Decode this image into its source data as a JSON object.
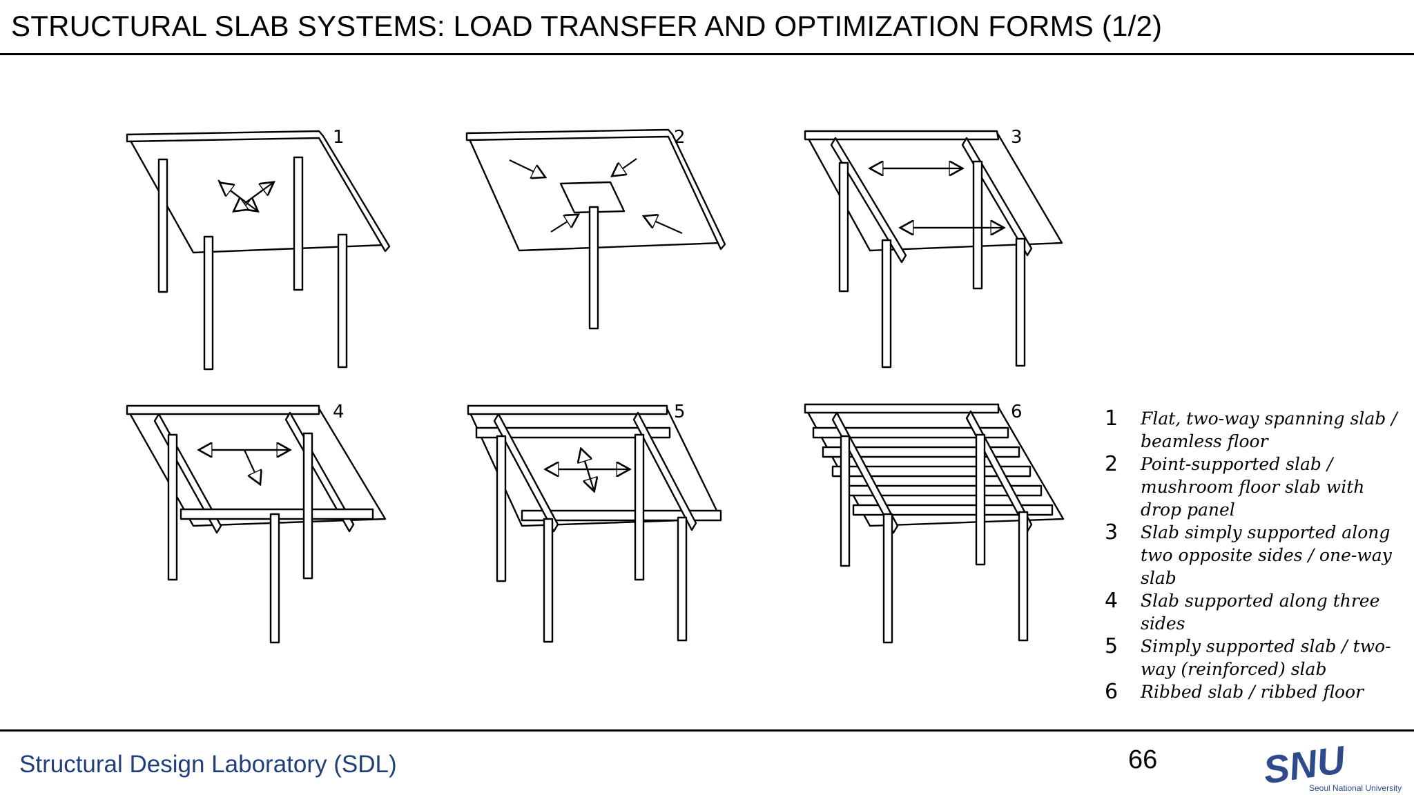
{
  "title": "STRUCTURAL SLAB SYSTEMS: LOAD TRANSFER AND OPTIMIZATION FORMS (1/2)",
  "diagram_numbers": [
    "1",
    "2",
    "3",
    "4",
    "5",
    "6"
  ],
  "legend": [
    {
      "num": "1",
      "text": "Flat, two-way spanning slab / beamless floor"
    },
    {
      "num": "2",
      "text": "Point-supported slab / mushroom floor slab with drop panel"
    },
    {
      "num": "3",
      "text": "Slab simply supported along two opposite sides / one-way slab"
    },
    {
      "num": "4",
      "text": "Slab supported along three sides"
    },
    {
      "num": "5",
      "text": "Simply supported slab / two-way (reinforced) slab"
    },
    {
      "num": "6",
      "text": "Ribbed slab / ribbed floor"
    }
  ],
  "footer": {
    "lab": "Structural Design Laboratory (SDL)",
    "page": "66",
    "logo_text": "SNU",
    "logo_sub": "Seoul National University"
  },
  "colors": {
    "footer_text": "#1f3e7a",
    "logo": "#2e4a8a"
  }
}
